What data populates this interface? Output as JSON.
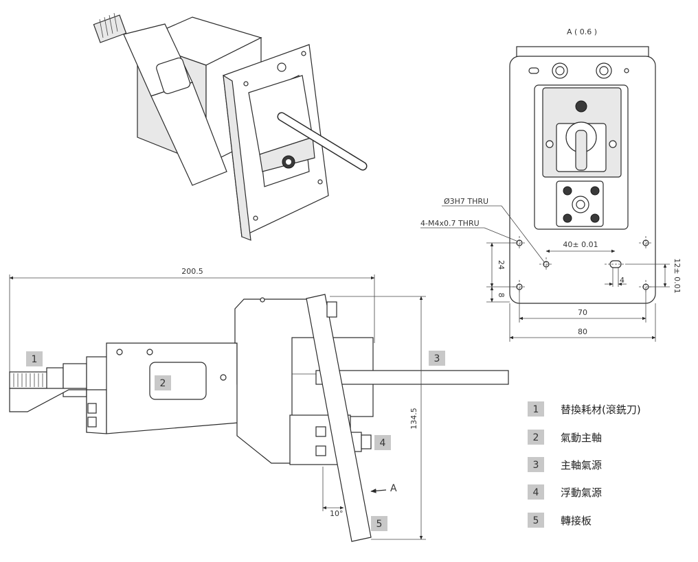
{
  "views": {
    "view_a": {
      "label": "A ( 0.6 )"
    }
  },
  "dimensions": {
    "overall_length": "200.5",
    "height": "134.5",
    "angle": "10°",
    "view_arrow": "A",
    "hole_note_1": "Ø3H7 THRU",
    "hole_note_2": "4-M4x0.7 THRU",
    "spacing_40": "40± 0.01",
    "vertical_24": "24",
    "vertical_8": "8",
    "vertical_12": "12± 0.01",
    "slot_4": "4",
    "width_70": "70",
    "width_80": "80"
  },
  "callouts": [
    {
      "num": "1"
    },
    {
      "num": "2"
    },
    {
      "num": "3"
    },
    {
      "num": "4"
    },
    {
      "num": "5"
    }
  ],
  "legend": [
    {
      "num": "1",
      "label": "替換耗材(滾銑刀)"
    },
    {
      "num": "2",
      "label": "氣動主軸"
    },
    {
      "num": "3",
      "label": "主軸氣源"
    },
    {
      "num": "4",
      "label": "浮動氣源"
    },
    {
      "num": "5",
      "label": "轉接板"
    }
  ]
}
